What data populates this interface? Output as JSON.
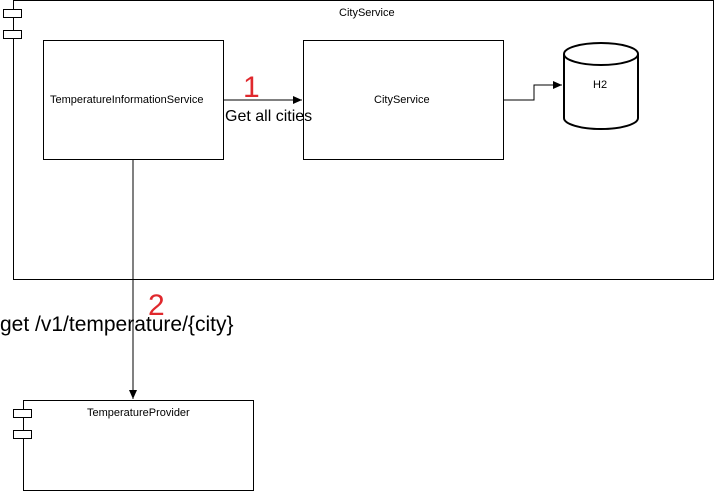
{
  "components": {
    "city_service_container": {
      "title": "CityService"
    },
    "temperature_information_service": {
      "label": "TemperatureInformationService"
    },
    "city_service": {
      "label": "CityService"
    },
    "database": {
      "label": "H2"
    },
    "temperature_provider": {
      "title": "TemperatureProvider"
    }
  },
  "edges": {
    "get_all_cities": {
      "step": "1",
      "label": "Get all cities"
    },
    "get_temperature": {
      "step": "2",
      "label": "get /v1/temperature/{city}"
    }
  },
  "colors": {
    "step_number": "#e0282d",
    "line": "#000000"
  }
}
